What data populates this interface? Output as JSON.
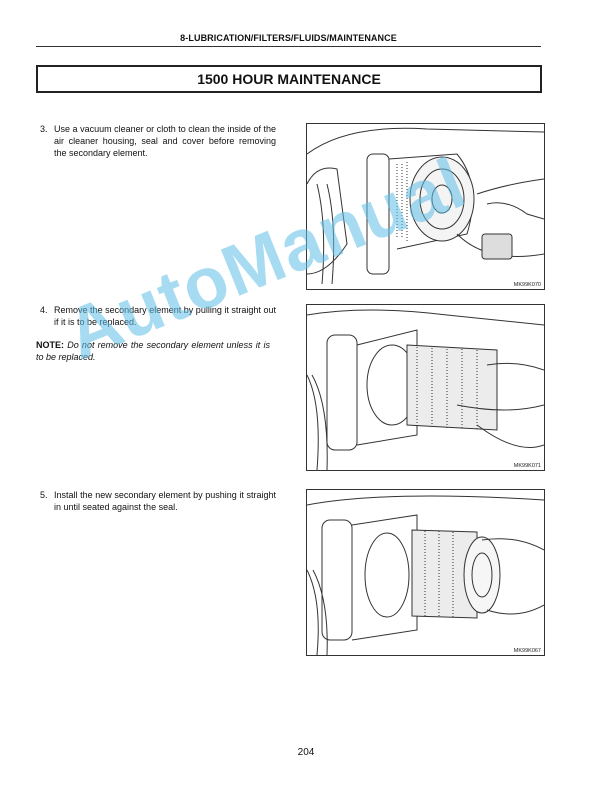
{
  "header": {
    "section": "8-LUBRICATION/FILTERS/FLUIDS/MAINTENANCE"
  },
  "title": "1500 HOUR MAINTENANCE",
  "steps": [
    {
      "number": "3.",
      "text": "Use a vacuum cleaner or cloth to clean the inside of the air cleaner housing, seal and cover before removing the secondary element."
    },
    {
      "number": "4.",
      "text": "Remove the secondary element by pulling it straight out if it is to be replaced."
    },
    {
      "number": "5.",
      "text": "Install the new secondary element by pushing it straight in until seated against the seal."
    }
  ],
  "note": {
    "label": "NOTE:",
    "text": "Do not remove the secondary element unless it is to be replaced."
  },
  "figures": [
    {
      "code": "MK99K070"
    },
    {
      "code": "MK99K071"
    },
    {
      "code": "MK99K067"
    }
  ],
  "watermark": "AutoManual",
  "page_number": "204"
}
